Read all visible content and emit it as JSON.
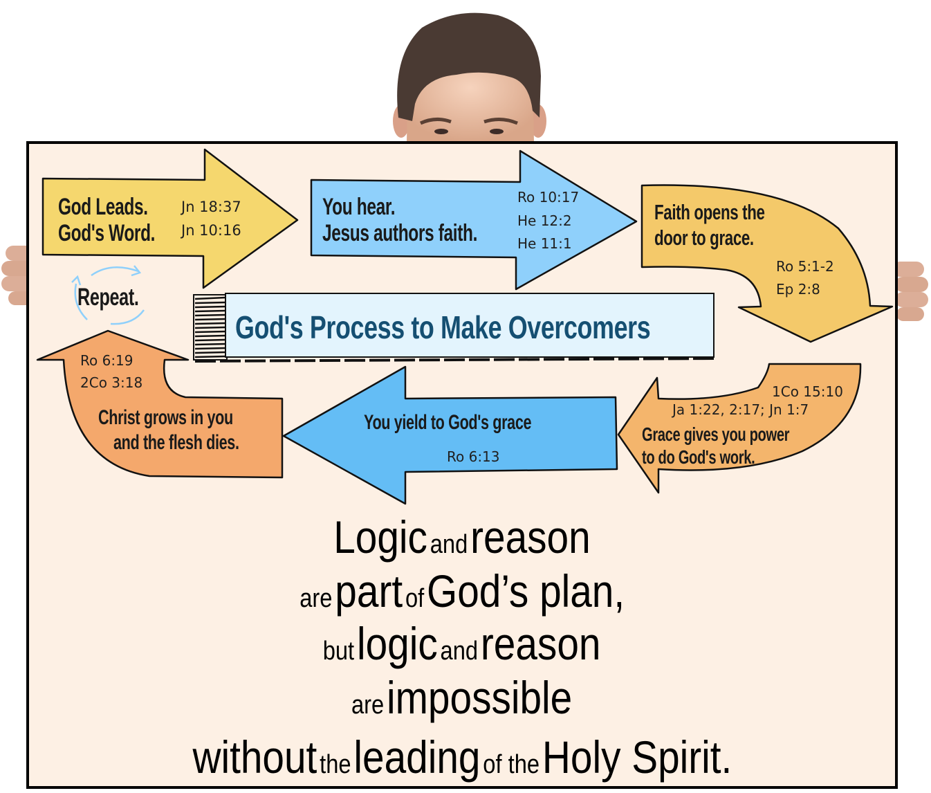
{
  "title": "God's Process to Make Overcomers",
  "colors": {
    "poster_bg": "#fdf0e4",
    "yellow_arrow": "#f5d76e",
    "gold_arrow": "#f4c96a",
    "light_blue_arrow": "#8fd0fb",
    "blue_arrow": "#64bdf5",
    "orange_arrow": "#f4a86c",
    "title_box": "#e3f4fd",
    "title_text": "#154f72"
  },
  "steps": [
    {
      "id": "step1",
      "line1": "God Leads.",
      "line2": "God's Word.",
      "refs": [
        "Jn 18:37",
        "Jn 10:16"
      ],
      "direction": "right"
    },
    {
      "id": "step2",
      "line1": "You hear.",
      "line2": "Jesus authors faith.",
      "refs": [
        "Ro 10:17",
        "He 12:2",
        "He 11:1"
      ],
      "direction": "right"
    },
    {
      "id": "step3",
      "line1": "Faith opens the",
      "line2": "door to grace.",
      "refs": [
        "Ro 5:1-2",
        "Ep 2:8"
      ],
      "direction": "down"
    },
    {
      "id": "step4",
      "line1": "Grace gives you power",
      "line2": "to do God's work.",
      "refs": [
        "1Co 15:10",
        "Ja 1:22, 2:17; Jn 1:7"
      ],
      "direction": "left"
    },
    {
      "id": "step5",
      "line1": "You yield to God's grace",
      "refs": [
        "Ro 6:13"
      ],
      "direction": "left"
    },
    {
      "id": "step6",
      "line1": "Christ grows in you",
      "line2": "and the flesh dies.",
      "refs": [
        "Ro 6:19",
        "2Co 3:18"
      ],
      "direction": "up"
    }
  ],
  "repeat_label": "Repeat.",
  "quote": {
    "line1": [
      "Logic",
      "and",
      "reason"
    ],
    "line2": [
      "are",
      "part",
      "of",
      "God’s plan,"
    ],
    "line3": [
      "but",
      "logic",
      "and",
      "reason"
    ],
    "line4": [
      "are",
      "impossible"
    ],
    "line5": [
      "without",
      "the",
      "leading",
      "of the",
      "Holy Spirit."
    ]
  }
}
